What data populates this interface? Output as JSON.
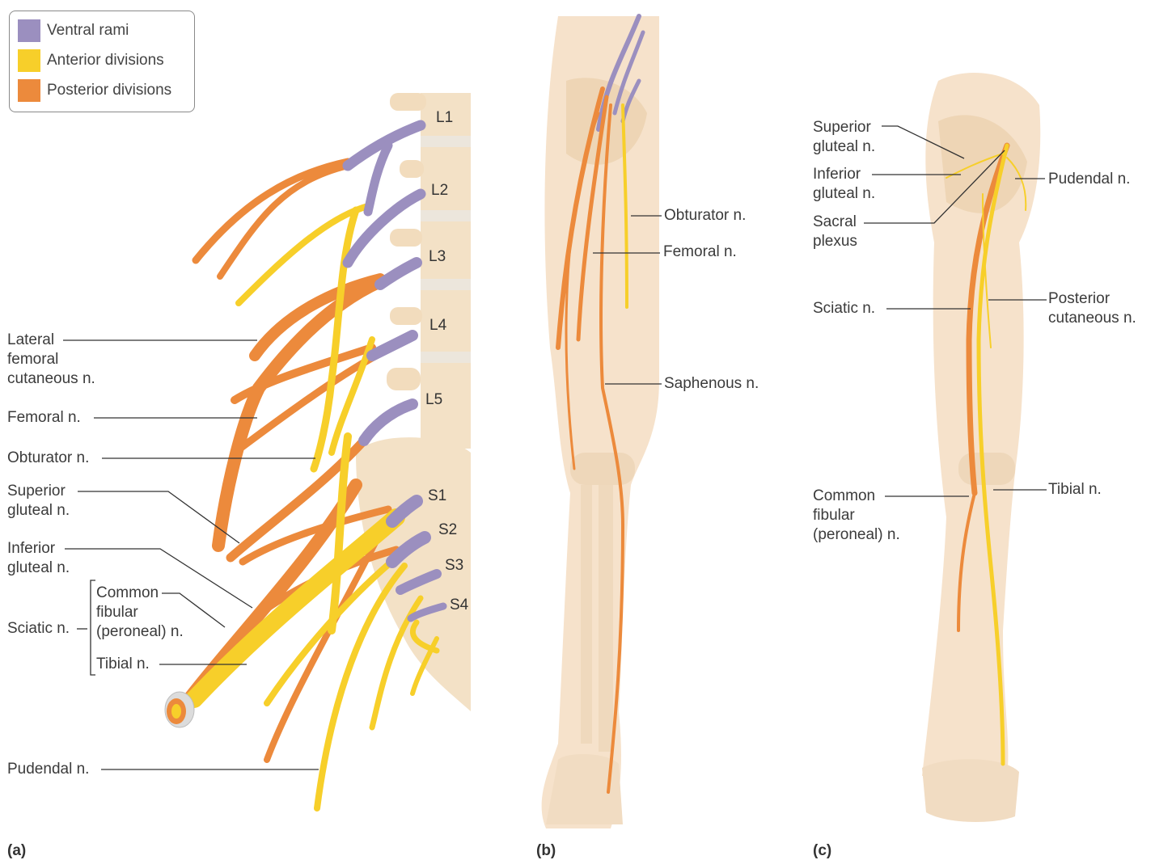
{
  "legend": {
    "items": [
      {
        "label": "Ventral rami",
        "color": "#9b8fbf"
      },
      {
        "label": "Anterior divisions",
        "color": "#f7cf2a"
      },
      {
        "label": "Posterior divisions",
        "color": "#ec8a3c"
      }
    ]
  },
  "colors": {
    "ventral": "#9b8fbf",
    "anterior": "#f7cf2a",
    "posterior": "#ec8a3c",
    "bone": "#f3dcc0",
    "skin": "#f6e2cb"
  },
  "vertebrae": [
    "L1",
    "L2",
    "L3",
    "L4",
    "L5",
    "S1",
    "S2",
    "S3",
    "S4"
  ],
  "panel_a": {
    "letter": "(a)",
    "labels": {
      "lateral_femoral": "Lateral\nfemoral\ncutaneous n.",
      "femoral": "Femoral n.",
      "obturator": "Obturator n.",
      "superior_gluteal": "Superior\ngluteal n.",
      "inferior_gluteal": "Inferior\ngluteal n.",
      "sciatic": "Sciatic n.",
      "common_fibular": "Common\nfibular\n(peroneal) n.",
      "tibial": "Tibial n.",
      "pudendal": "Pudendal n."
    }
  },
  "panel_b": {
    "letter": "(b)",
    "labels": {
      "obturator": "Obturator n.",
      "femoral": "Femoral n.",
      "saphenous": "Saphenous n."
    }
  },
  "panel_c": {
    "letter": "(c)",
    "labels": {
      "superior_gluteal": "Superior\ngluteal n.",
      "inferior_gluteal": "Inferior\ngluteal n.",
      "sacral_plexus": "Sacral\nplexus",
      "pudendal": "Pudendal n.",
      "sciatic": "Sciatic n.",
      "posterior_cutaneous": "Posterior\ncutaneous n.",
      "common_fibular": "Common\nfibular\n(peroneal) n.",
      "tibial": "Tibial n."
    }
  }
}
